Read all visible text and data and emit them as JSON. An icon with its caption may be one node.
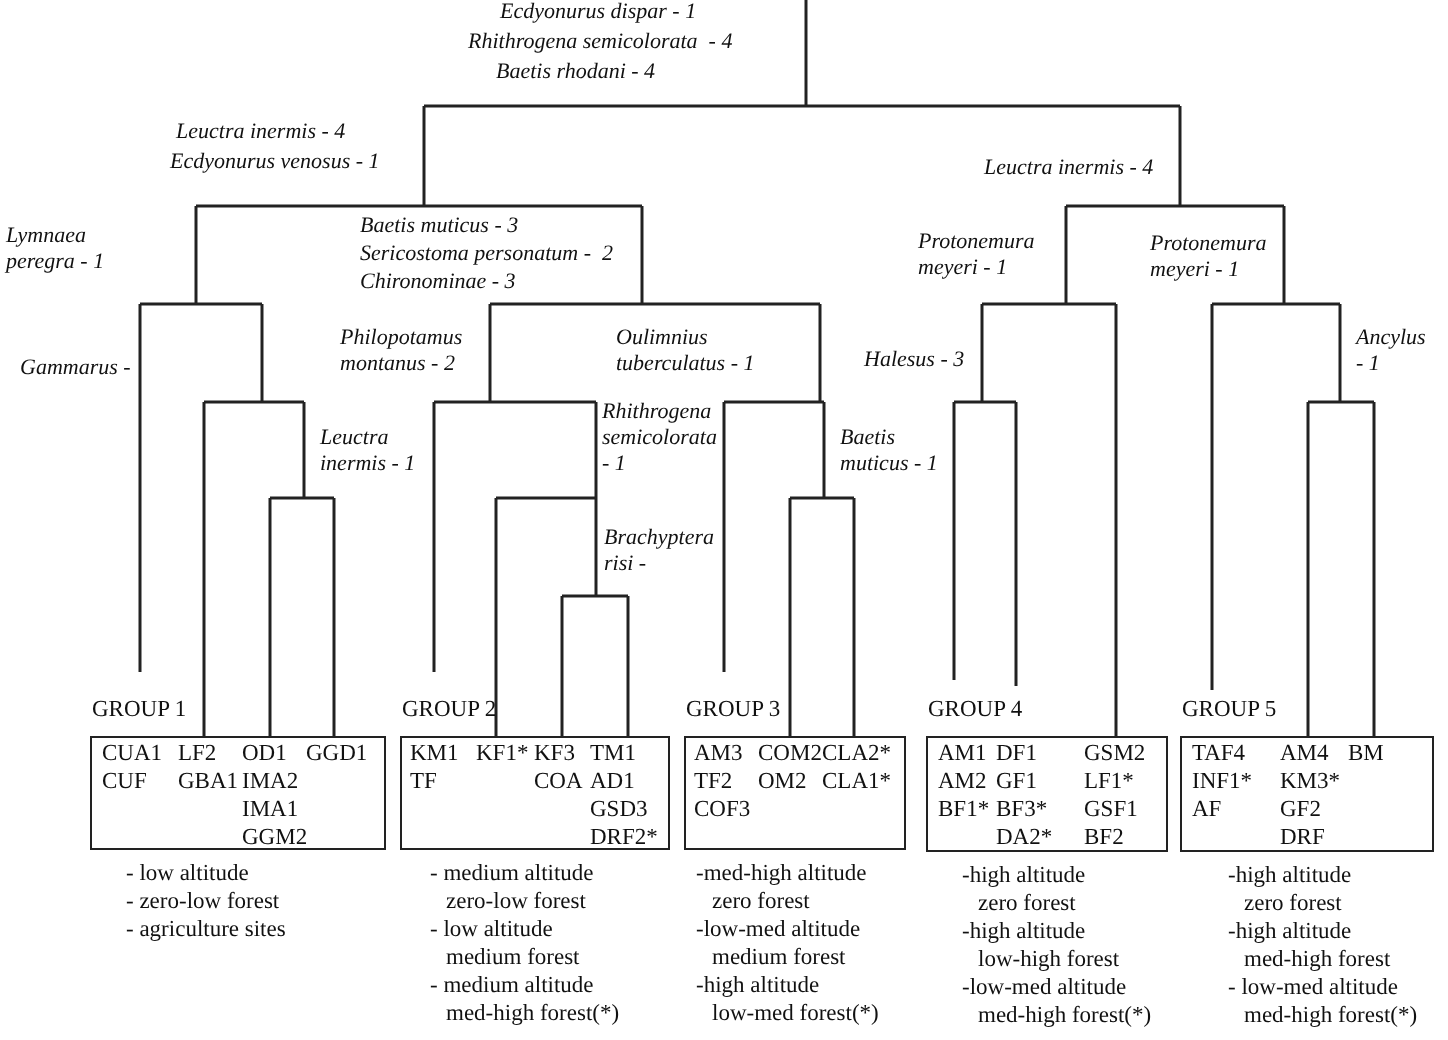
{
  "diagram": {
    "nodes": [
      {
        "text": [
          "GROUP 1",
          "CUA1 CUF",
          "LF2 GBA1",
          "OD1 IMA2 IMA1 GGM2",
          "GGD1"
        ],
        "beside": [
          "- low altitude",
          "- zero-low forest",
          "- agriculture sites"
        ]
      },
      {
        "text": [
          "GROUP 2",
          "KM1 TF",
          "KF1*",
          "KF3 COA",
          "TM1 AD1 GSD3 DRF2*"
        ],
        "beside": [
          "- medium altitude zero-low forest",
          "- low altitude medium forest",
          "- medium altitude med-high forest(*)"
        ]
      },
      {
        "text": [
          "GROUP 3",
          "AM3 TF2 COF3",
          "COM2 OM2",
          "CLA2* CLA1*"
        ],
        "beside": [
          "-med-high altitude zero forest",
          "-low-med altitude medium forest",
          "-high altitude low-med forest(*)"
        ]
      },
      {
        "text": [
          "GROUP 4",
          "AM1 AM2 BF1*",
          "DF1 GF1 BF3* DA2*",
          "GSM2 LF1* GSF1 BF2"
        ],
        "beside": [
          "-high altitude zero forest",
          "-high altitude low-high forest",
          "-low-med altitude med-high forest(*)"
        ]
      },
      {
        "text": [
          "GROUP 5",
          "TAF4 INF1* AF",
          "AM4 KM3* GF2 DRF",
          "BM"
        ],
        "beside": [
          "-high altitude zero forest",
          "-high altitude med-high forest",
          "- low-med altitude med-high forest(*)"
        ]
      }
    ],
    "edges": [],
    "labels": [
      "Ecdyonurus dispar - 1",
      "Rhithrogena semicolorata  - 4",
      "Baetis rhodani - 4",
      "Leuctra inermis - 4",
      "Ecdyonurus venosus - 1",
      "Leuctra inermis - 4",
      "Lymnaea peregra - 1",
      "Baetis muticus - 3",
      "Sericostoma personatum -  2",
      "Chironominae - 3",
      "Protonemura meyeri - 1",
      "Protonemura meyeri - 1",
      "Gammarus -",
      "Philopotamus montanus - 2",
      "Oulimnius tuberculatus - 1",
      "Halesus - 3",
      "Ancylus - 1",
      "Leuctra inermis - 1",
      "Rhithrogena semicolorata - 1",
      "Baetis muticus - 1",
      "Brachyptera risi -"
    ]
  }
}
